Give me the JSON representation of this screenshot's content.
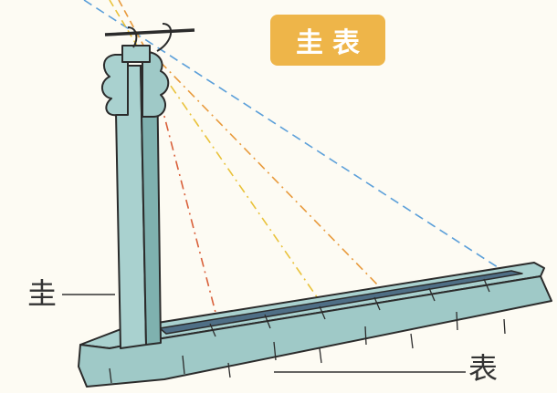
{
  "title": "圭表",
  "labels": {
    "gui": "圭",
    "biao": "表"
  },
  "colors": {
    "title_badge": "#eeb549",
    "stone": "#9fc9c7",
    "stone_dark": "#7fb1af",
    "outline": "#2b2b2b",
    "ray_blue": "#5b9fd9",
    "ray_orange": "#e89a3c",
    "ray_yellow": "#e9c23a",
    "ray_red": "#d9603a",
    "background": "#fdfbf3"
  }
}
